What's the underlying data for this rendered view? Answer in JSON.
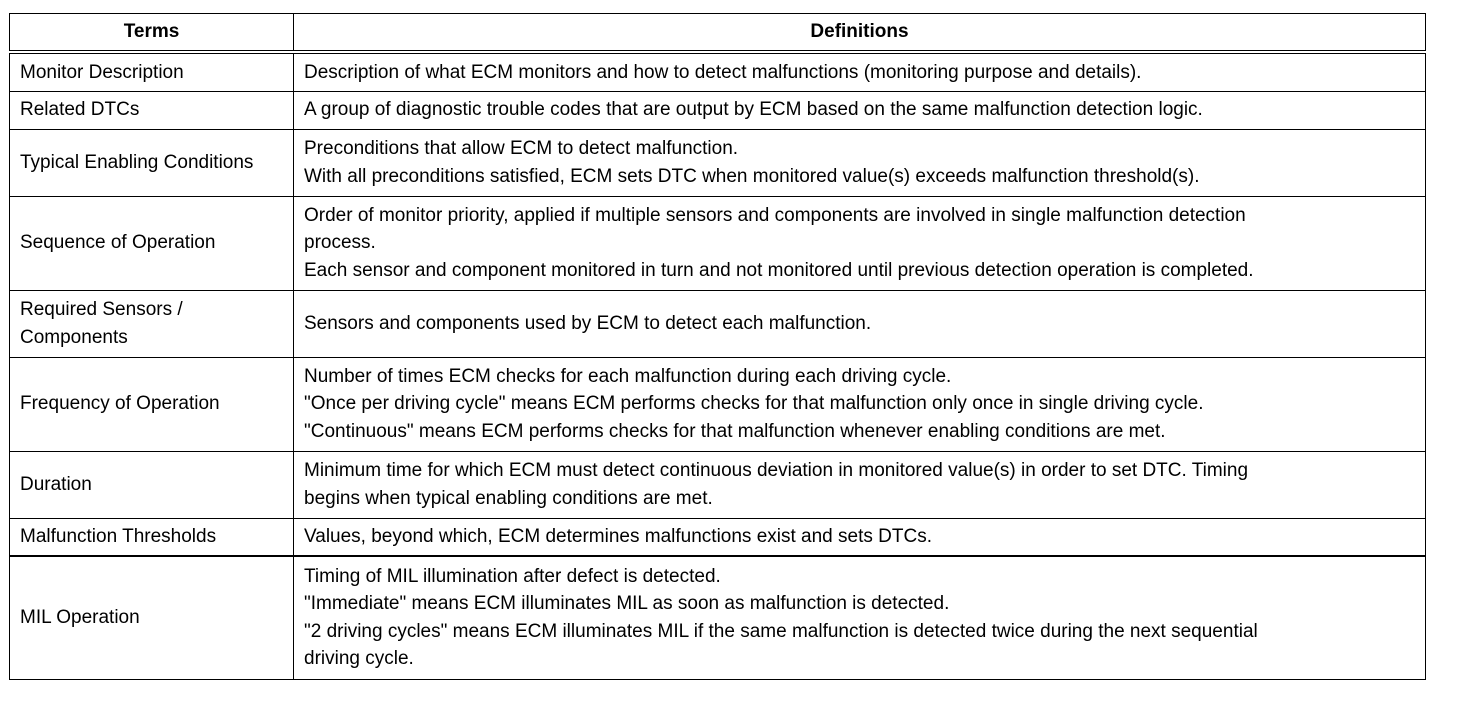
{
  "table": {
    "headers": {
      "term": "Terms",
      "definition": "Definitions"
    },
    "rows": [
      {
        "term": [
          "Monitor Description"
        ],
        "definition": [
          "Description of what ECM monitors and how to detect malfunctions (monitoring purpose and details)."
        ]
      },
      {
        "term": [
          "Related DTCs"
        ],
        "definition": [
          "A group of diagnostic trouble codes that are output by ECM based on the same malfunction detection logic."
        ]
      },
      {
        "term": [
          "Typical Enabling",
          "Conditions"
        ],
        "definition": [
          "Preconditions that allow ECM to detect malfunction.",
          "With all preconditions satisfied, ECM sets DTC when monitored value(s) exceeds malfunction threshold(s)."
        ]
      },
      {
        "term": [
          "Sequence of Operation"
        ],
        "definition": [
          "Order of monitor priority, applied if multiple sensors and components are involved in single malfunction detection",
          "process.",
          "Each sensor and component monitored in turn and not monitored until previous detection operation is completed."
        ]
      },
      {
        "term": [
          "Required Sensors /",
          "Components"
        ],
        "definition": [
          "Sensors and components used by ECM to detect each malfunction."
        ]
      },
      {
        "term": [
          "Frequency of Operation"
        ],
        "definition": [
          "Number of times ECM checks for each malfunction during each driving cycle.",
          "\"Once per driving cycle\" means ECM performs checks for that malfunction only once in single driving cycle.",
          "\"Continuous\" means ECM performs checks for that malfunction whenever enabling conditions are met."
        ]
      },
      {
        "term": [
          "Duration"
        ],
        "definition": [
          "Minimum time for which ECM must detect continuous deviation in monitored value(s) in order to set DTC. Timing",
          "begins when typical enabling conditions are met."
        ]
      },
      {
        "term": [
          "Malfunction Thresholds"
        ],
        "definition": [
          "Values, beyond which, ECM determines malfunctions exist and sets DTCs."
        ]
      },
      {
        "term": [
          "MIL Operation"
        ],
        "definition": [
          "Timing of MIL illumination after defect is detected.",
          "\"Immediate\" means ECM illuminates MIL as soon as malfunction is detected.",
          "\"2 driving cycles\" means ECM illuminates MIL if the same malfunction is detected twice during the next sequential",
          "driving cycle."
        ]
      }
    ]
  }
}
